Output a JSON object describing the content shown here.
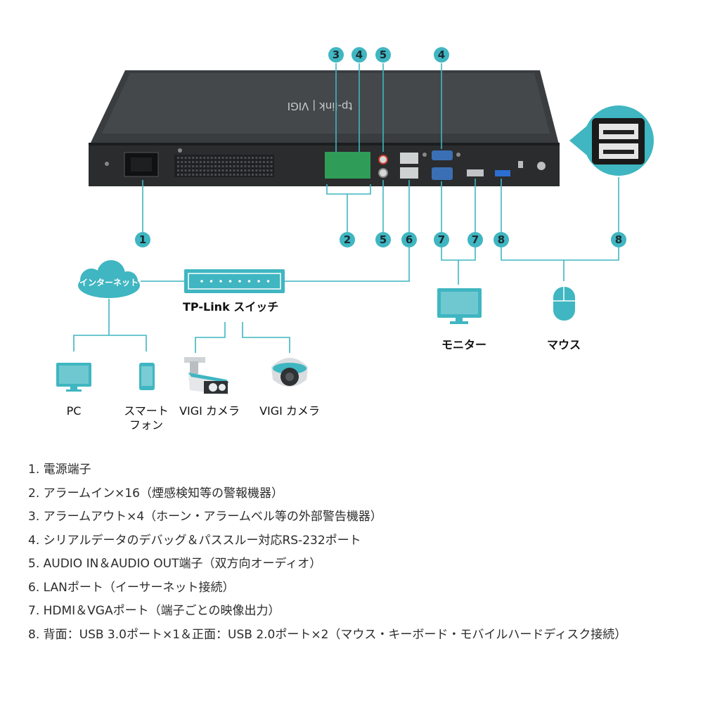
{
  "device": {
    "brand_text": "tp-link | VIGI"
  },
  "badges": {
    "b3": "3",
    "b4a": "4",
    "b5a": "5",
    "b4b": "4",
    "b1": "1",
    "b2": "2",
    "b5b": "5",
    "b6": "6",
    "b7a": "7",
    "b7b": "7",
    "b8a": "8",
    "b8b": "8"
  },
  "labels": {
    "internet": "インターネット",
    "switch": "TP-Link スイッチ",
    "pc": "PC",
    "smartphone_l1": "スマート",
    "smartphone_l2": "フォン",
    "camera1": "VIGI カメラ",
    "camera2": "VIGI カメラ",
    "monitor": "モニター",
    "mouse": "マウス"
  },
  "legend": [
    "1. 電源端子",
    "2. アラームイン×16（煙感検知等の警報機器）",
    "3. アラームアウト×4（ホーン・アラームベル等の外部警告機器）",
    "4. シリアルデータのデバッグ＆パススルー対応RS-232ポート",
    "5. AUDIO IN＆AUDIO OUT端子（双方向オーディオ）",
    "6. LANポート（イーサーネット接続）",
    "7. HDMI＆VGAポート（端子ごとの映像出力）",
    "8. 背面：USB 3.0ポート×1＆正面：USB 2.0ポート×2（マウス・キーボード・モバイルハードディスク接続）"
  ],
  "colors": {
    "accent": "#3fb6c1",
    "device_body": "#2e3133"
  }
}
